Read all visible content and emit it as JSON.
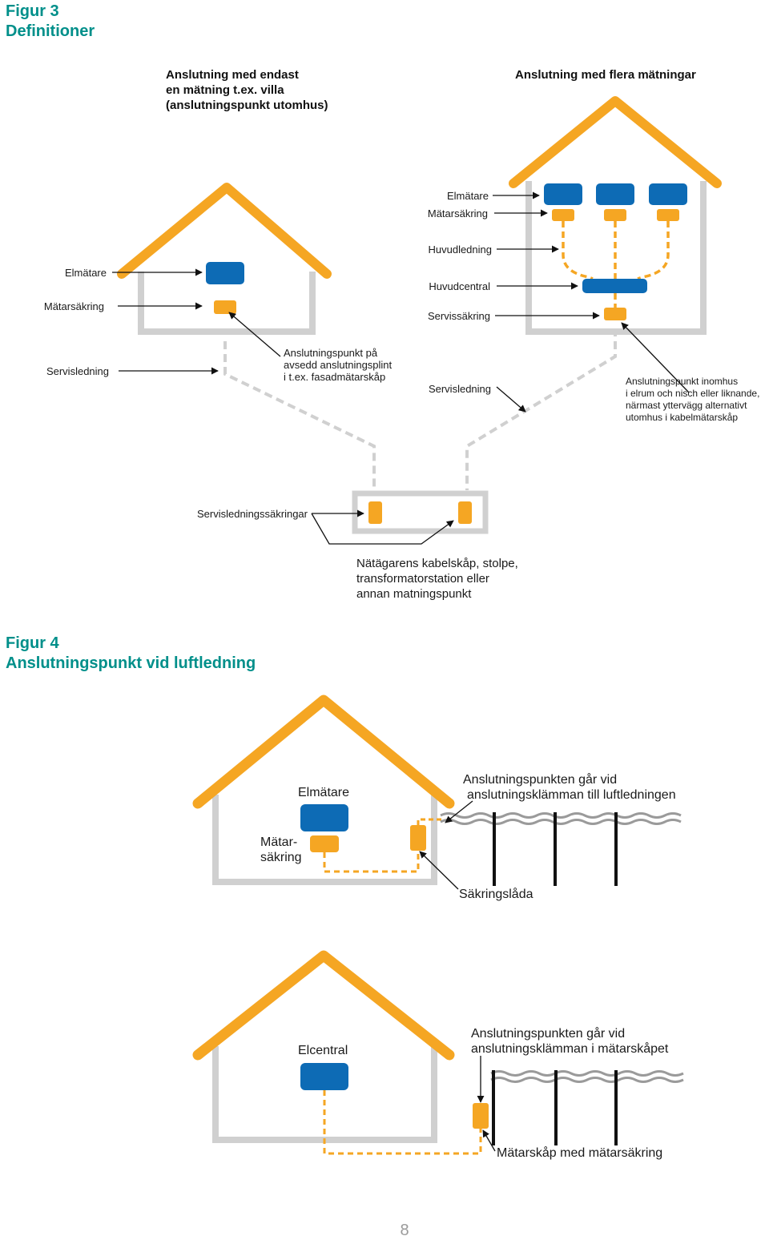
{
  "page_number": "8",
  "colors": {
    "roof": "#f5a623",
    "fuse": "#f5a623",
    "meter": "#0d6bb5",
    "wall": "#d0d0d0",
    "title": "#008f8a"
  },
  "figure3": {
    "title_line1": "Figur 3",
    "title_line2": "Definitioner",
    "left_header": [
      "Anslutning med endast",
      "en mätning t.ex. villa",
      "(anslutningspunkt utomhus)"
    ],
    "right_header": "Anslutning med flera mätningar",
    "left_labels": {
      "elmatare": "Elmätare",
      "matarsakring": "Mätarsäkring",
      "servisledning": "Servisledning",
      "anslutningspunkt": [
        "Anslutningspunkt på",
        "avsedd anslutningsplint",
        "i t.ex. fasadmätarskåp"
      ]
    },
    "right_labels": {
      "elmatare": "Elmätare",
      "matarsakring": "Mätarsäkring",
      "huvudledning": "Huvudledning",
      "huvudcentral": "Huvudcentral",
      "servissakring": "Servissäkring",
      "servisledning": "Servisledning",
      "anslutningspunkt": [
        "Anslutningspunkt inomhus",
        "i elrum och nisch eller liknande,",
        "närmast yttervägg alternativt",
        "utomhus i kabelmätarskåp"
      ]
    },
    "bottom_labels": {
      "servisledningssakringar": "Servisledningssäkringar",
      "natagare": [
        "Nätägarens kabelskåp, stolpe,",
        "transformatorstation eller",
        "annan matningspunkt"
      ]
    }
  },
  "figure4": {
    "title_line1": "Figur 4",
    "title_line2": "Anslutningspunkt vid luftledning",
    "top": {
      "elmatare": "Elmätare",
      "matarsakring": [
        "Mätar-",
        "säkring"
      ],
      "anslutningspunkt": [
        "Anslutningspunkten går vid",
        "anslutningsklämman till luftledningen"
      ],
      "sakringslada": "Säkringslåda"
    },
    "bottom": {
      "elcentral": "Elcentral",
      "anslutningspunkt": [
        "Anslutningspunkten går vid",
        "anslutningsklämman i mätarskåpet"
      ],
      "matarskap": "Mätarskåp med mätarsäkring"
    }
  }
}
